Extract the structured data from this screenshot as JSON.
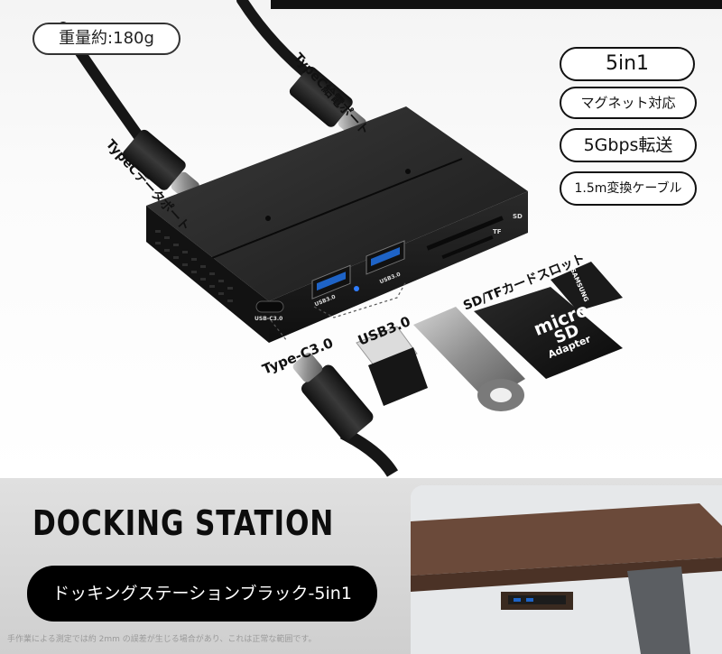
{
  "badges": {
    "weight": "重量約:180g"
  },
  "features": [
    "5in1",
    "マグネット対応",
    "5Gbps転送",
    "1.5m変換ケーブル"
  ],
  "callouts": {
    "cable_data": "TypeCデータポート",
    "cable_power": "TypeC給電ポート",
    "typec": "Type-C3.0",
    "usb": "USB3.0",
    "card": "SD/TFカードスロット"
  },
  "device": {
    "port_typec": "USB-C3.0",
    "port_usb1": "USB3.0",
    "port_usb2": "USB3.0",
    "slot_sd": "SD",
    "slot_tf": "TF"
  },
  "sd_card": {
    "top": "micro",
    "sd": "SD",
    "bottom": "Adapter"
  },
  "micro_card": "SAMSUNG",
  "banner": {
    "title": "DOCKING STATION",
    "subtitle": "ドッキングステーションブラック-5in1",
    "note": "手作業による測定では約 2mm の誤差が生じる場合があり、これは正常な範囲です。"
  }
}
